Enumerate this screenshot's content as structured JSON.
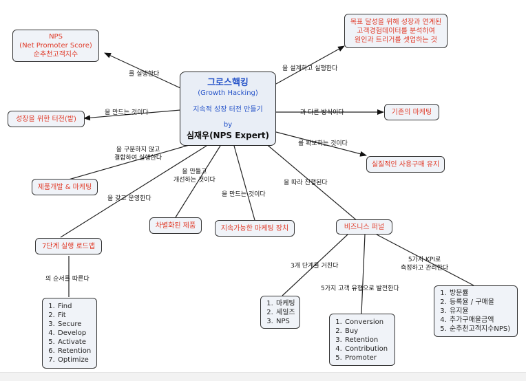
{
  "center": {
    "title": "그로스핵킹",
    "subtitle": "(Growth Hacking)",
    "desc": "지속적 성장 터전 만들기",
    "by": "by",
    "author": "심재우(NPS Expert)"
  },
  "nodes": {
    "nps": [
      "NPS",
      "(Net Promoter Score)",
      "순추천고객지수"
    ],
    "goal": [
      "목표 달성을 위해 성장과 연계된",
      "고객경험데이터를 분석하여",
      "원인과 트리거를 셋업하는 것"
    ],
    "foundation": "성장을 위한 터전(밭)",
    "traditional": "기존의 마케팅",
    "retention": "실질적인 사용구매 유지",
    "devmkt": "제품개발 & 마케팅",
    "differentiated": "차별화된 제품",
    "sustainable": "지속가능한 마케팅 장치",
    "roadmap": "7단계 실행 로드맵",
    "funnel": "비즈니스 퍼널"
  },
  "lists": {
    "roadmap_steps": [
      "Find",
      "Fit",
      "Secure",
      "Develop",
      "Activate",
      "Retention",
      "Optimize"
    ],
    "funnel_stages": [
      "마케팅",
      "세일즈",
      "NPS"
    ],
    "customer_types": [
      "Conversion",
      "Buy",
      "Retention",
      "Contribution",
      "Promoter"
    ],
    "kpis": [
      "방문률",
      "등록율 / 구매율",
      "유지율",
      "추가구매율금액",
      "순추천고객지수NPS)"
    ]
  },
  "labels": {
    "executes": "를 실행한다",
    "designs": "을 설계하고 실행한다",
    "creates": "을 만드는 것이다",
    "different": "과 다른 방식이다",
    "secures": "를 확보하는 것이다",
    "combines": [
      "을 구분하지 않고",
      "결합하여 실행한다"
    ],
    "improves": [
      "을 만들고",
      "개선하는 것이다"
    ],
    "creates2": "을 만드는 것이다",
    "proceeds": "을 따라 진행된다",
    "operates": "을 갖고 운영한다",
    "follows": "의 순서를 따른다",
    "three_stages": "3개 단계를 거친다",
    "five_types": "5가지 고객 유형으로 발전한다",
    "five_kpi": [
      "5가지 KPI로",
      "측정하고 관리한다"
    ]
  },
  "colors": {
    "accent_red": "#e03a28",
    "accent_blue": "#2452c8",
    "node_fill": "#f0f3f8",
    "line": "#222222"
  }
}
